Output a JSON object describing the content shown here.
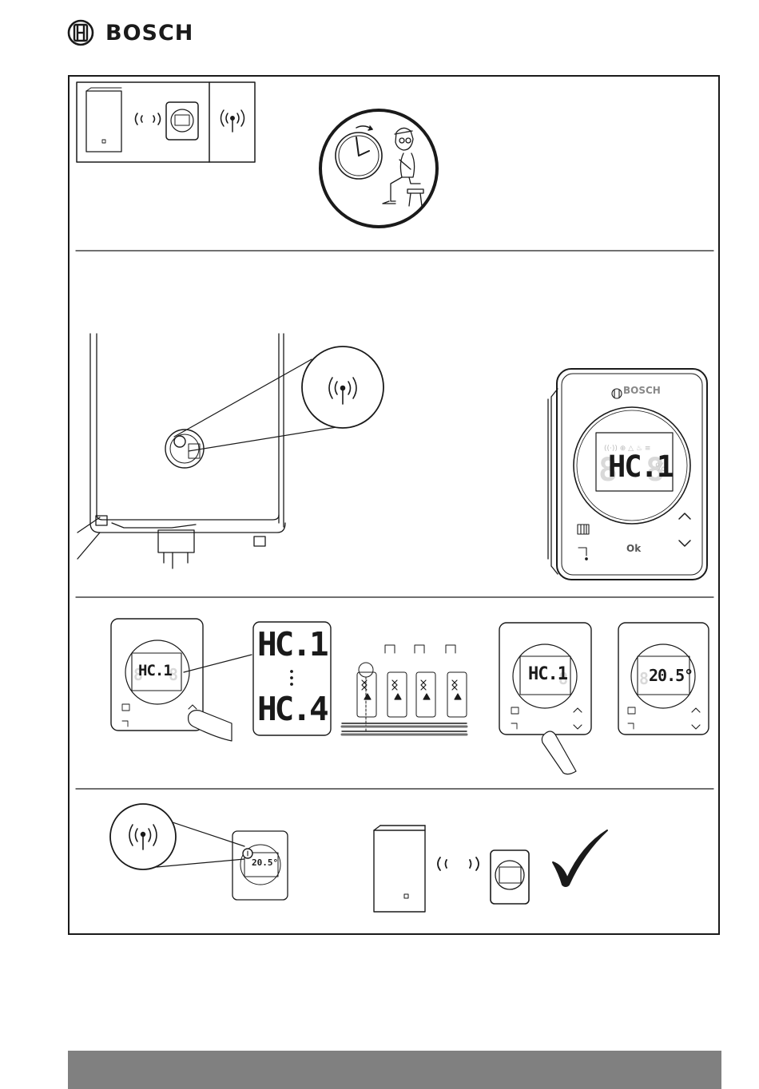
{
  "header": {
    "brand": "BOSCH"
  },
  "controller": {
    "brand": "BOSCH",
    "display_code": "HC.1",
    "ok_label": "Ok"
  },
  "step3": {
    "display_first": "HC.1",
    "display_last": "HC.4",
    "display_selected": "HC.1",
    "display_temperature": "20.5°"
  },
  "step4": {
    "display_temperature": "20.5°"
  },
  "colors": {
    "line": "#1a1a1a",
    "footer": "#808080",
    "lcd_ghost": "#d9d9d9"
  },
  "icons": [
    "bosch-logo-icon",
    "wireless-signal-icon",
    "clock-icon",
    "waiting-person-icon",
    "pointing-finger-icon",
    "arrow-up-icon",
    "arrow-down-icon",
    "radiator-icon",
    "tap-icon",
    "checkmark-icon"
  ]
}
